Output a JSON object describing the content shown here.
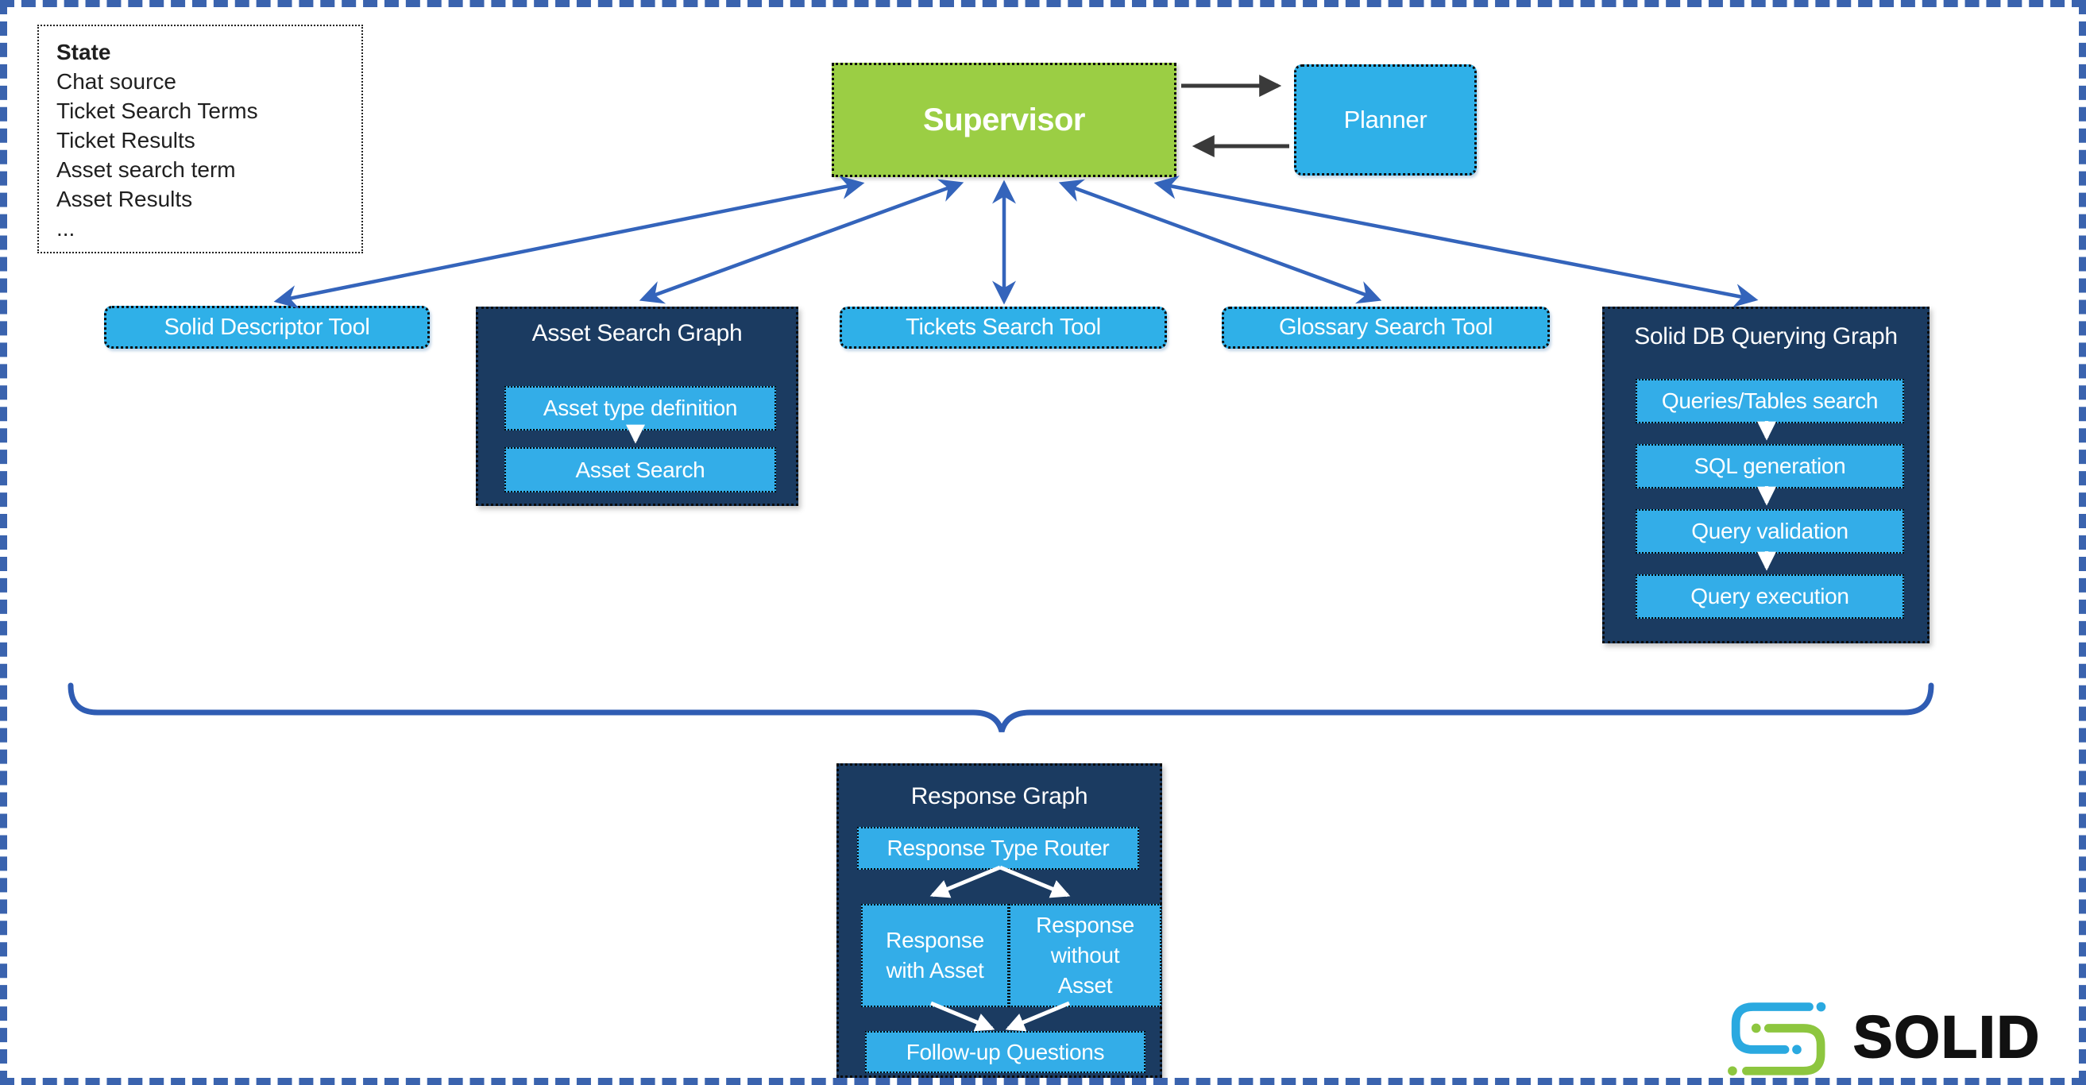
{
  "colors": {
    "page_border": "#3a63ae",
    "supervisor_green": "#9bce44",
    "node_blue": "#2fb0e8",
    "panel_navy": "#1b3b61",
    "arrow_blue": "#3464bb",
    "arrow_black": "#3a3a3a",
    "brace_blue": "#2f5cb3",
    "logo_blue": "#2aa9e0",
    "logo_green": "#8dc63f"
  },
  "state_box": {
    "title": "State",
    "items": [
      "Chat source",
      "Ticket Search Terms",
      "Ticket Results",
      "Asset search term",
      "Asset Results",
      "..."
    ]
  },
  "supervisor": {
    "label": "Supervisor"
  },
  "planner": {
    "label": "Planner"
  },
  "tools": {
    "solid_descriptor": "Solid Descriptor Tool",
    "tickets_search": "Tickets Search Tool",
    "glossary_search": "Glossary Search Tool"
  },
  "asset_search_graph": {
    "title": "Asset Search Graph",
    "steps": [
      "Asset type definition",
      "Asset Search"
    ]
  },
  "solid_db_querying_graph": {
    "title": "Solid DB Querying Graph",
    "steps": [
      "Queries/Tables search",
      "SQL generation",
      "Query validation",
      "Query execution"
    ]
  },
  "response_graph": {
    "title": "Response Graph",
    "router": "Response Type Router",
    "branches": [
      "Response with Asset",
      "Response without Asset"
    ],
    "followup": "Follow-up Questions"
  },
  "logo": {
    "text": "SOLID"
  }
}
